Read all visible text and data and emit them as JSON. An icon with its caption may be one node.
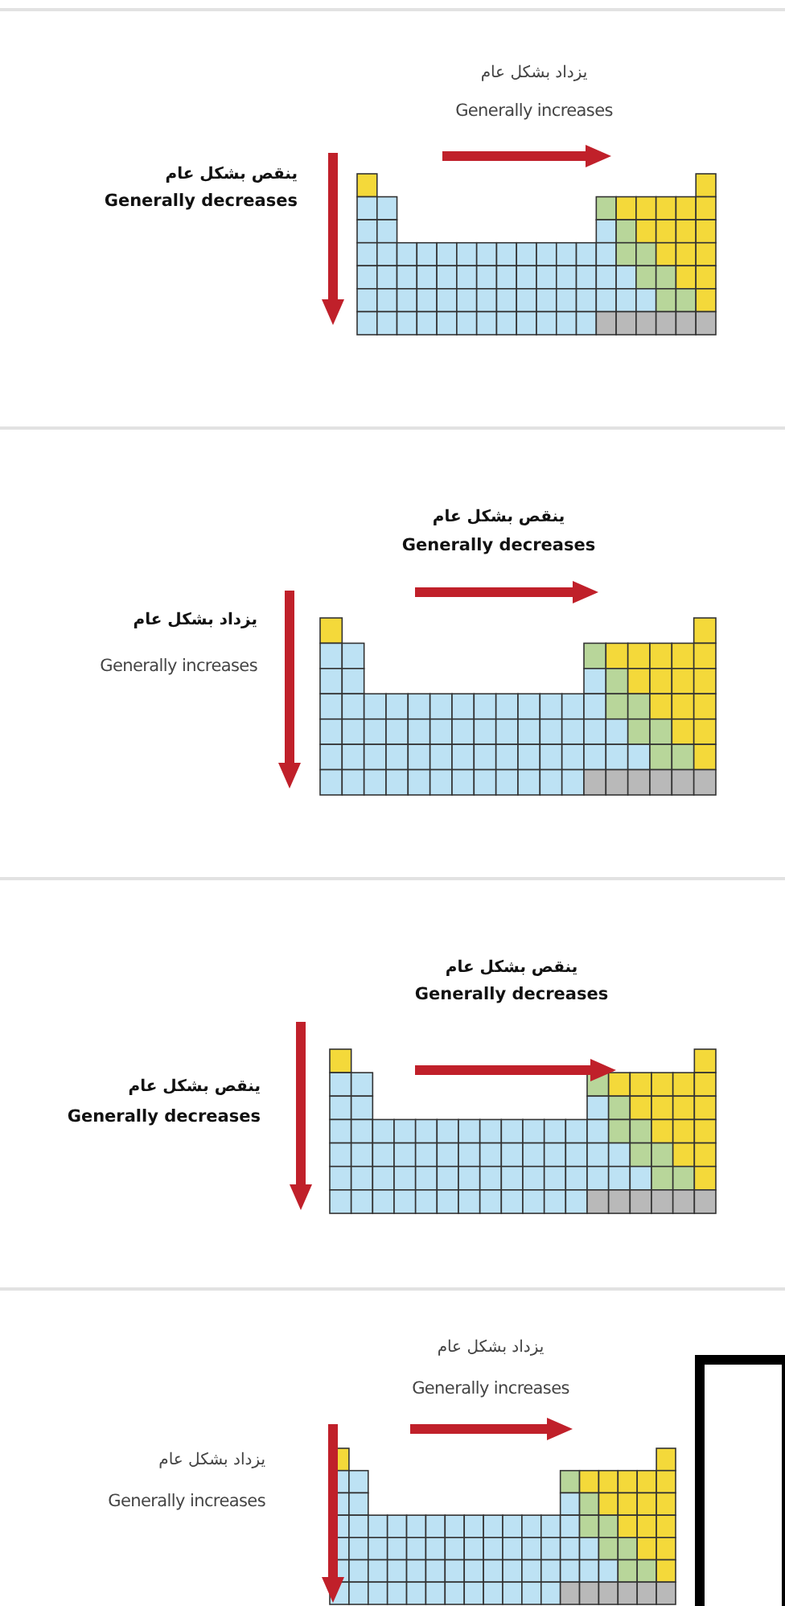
{
  "diagram": {
    "labels": [
      "يزداد بشكل عام",
      "Generally increases",
      "ينقص بشكل عام",
      "Generally decreases",
      "ينقص بشكل عام",
      "Generally decreases",
      "يزداد بشكل عام",
      "Generally increases",
      "ينقص بشكل عام",
      "Generally decreases",
      "ينقص بشكل عام",
      "Generally decreases",
      "يزداد بشكل عام",
      "Generally increases",
      "يزداد بشكل عام",
      "Generally increases"
    ]
  }
}
